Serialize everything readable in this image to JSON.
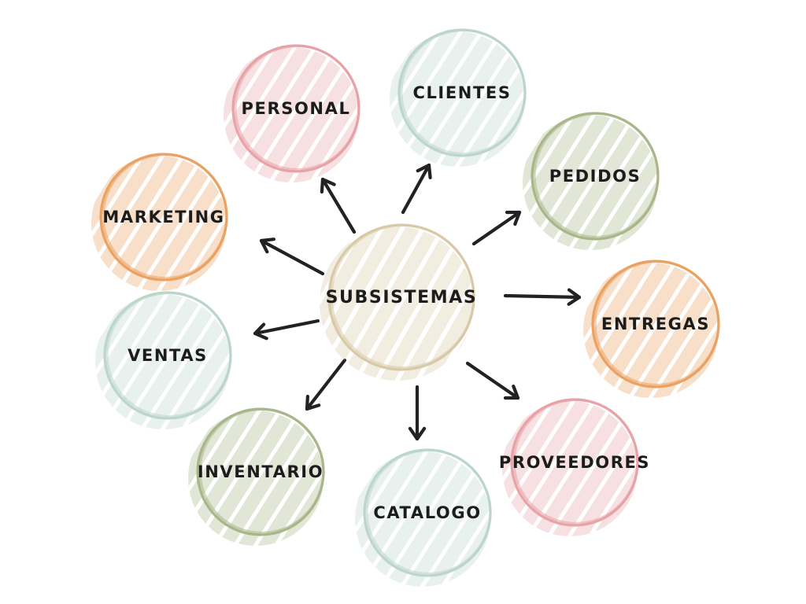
{
  "diagram": {
    "center": {
      "label": "SUBSISTEMAS",
      "color": "#d8c9a8"
    },
    "nodes": [
      {
        "id": "personal",
        "label": "PERSONAL",
        "color": "#e7a3a8"
      },
      {
        "id": "clientes",
        "label": "CLIENTES",
        "color": "#bcd6c9"
      },
      {
        "id": "pedidos",
        "label": "PEDIDOS",
        "color": "#a9b68a"
      },
      {
        "id": "marketing",
        "label": "MARKETING",
        "color": "#eaa263"
      },
      {
        "id": "entregas",
        "label": "ENTREGAS",
        "color": "#eaa263"
      },
      {
        "id": "ventas",
        "label": "VENTAS",
        "color": "#bcd6c9"
      },
      {
        "id": "inventario",
        "label": "INVENTARIO",
        "color": "#a9b68a"
      },
      {
        "id": "catalogo",
        "label": "CATALOGO",
        "color": "#bcd6c9"
      },
      {
        "id": "proveedores",
        "label": "PROVEEDORES",
        "color": "#e7a3a8"
      }
    ]
  }
}
